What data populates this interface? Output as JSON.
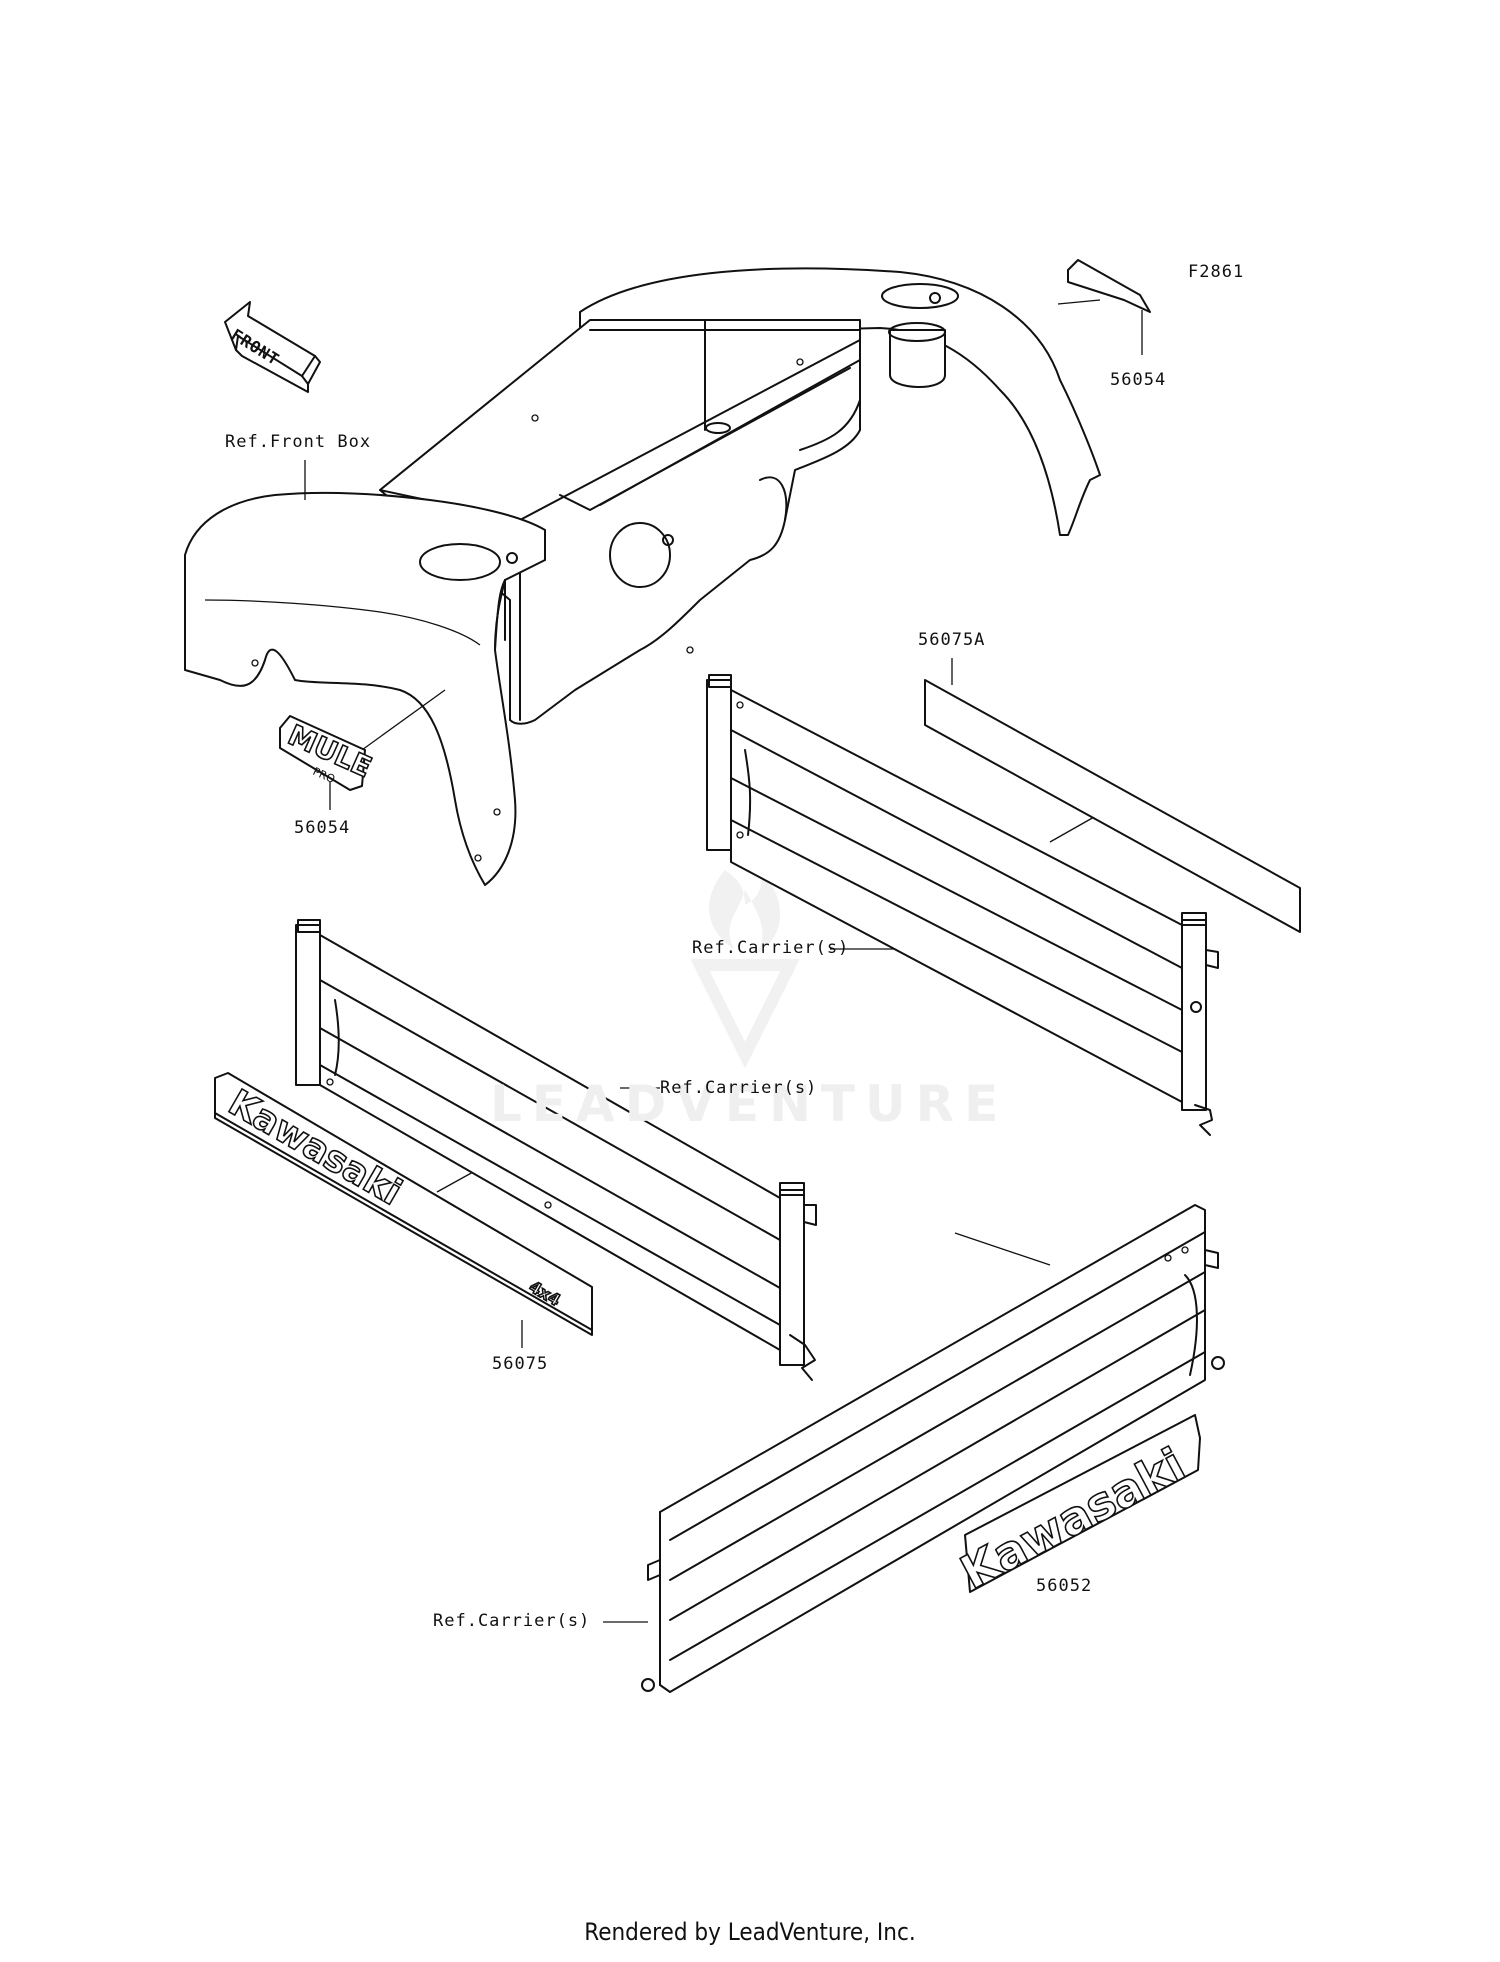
{
  "figure_id": "F2861",
  "front_arrow": "FRONT",
  "callouts": {
    "ref_front_box": "Ref.Front Box",
    "part_56054_top": "56054",
    "part_56054_left": "56054",
    "part_56075A": "56075A",
    "ref_carrier_1": "Ref.Carrier(s)",
    "ref_carrier_2": "Ref.Carrier(s)",
    "part_56075": "56075",
    "part_56052": "56052",
    "ref_carrier_3": "Ref.Carrier(s)"
  },
  "decals": {
    "mule_logo": "MULE",
    "mule_sub": "PRO",
    "kawasaki_long": "Kawasaki",
    "badge_4x4": "4x4",
    "kawasaki_badge": "Kawasaki"
  },
  "watermark": "LEADVENTURE",
  "footer": "Rendered by LeadVenture, Inc."
}
